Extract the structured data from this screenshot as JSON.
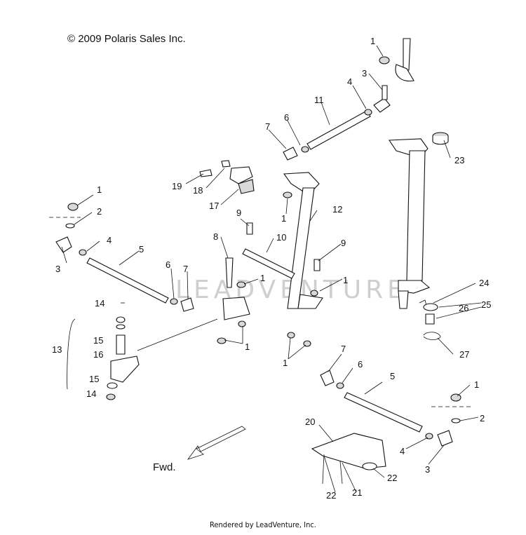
{
  "copyright": "© 2009 Polaris Sales Inc.",
  "footer": "Rendered by LeadVenture, Inc.",
  "direction_label": "Fwd.",
  "watermark": "LEADVENTURE",
  "callouts": [
    {
      "id": "c1a",
      "text": "1"
    },
    {
      "id": "c3a",
      "text": "3"
    },
    {
      "id": "c4a",
      "text": "4"
    },
    {
      "id": "c11",
      "text": "11"
    },
    {
      "id": "c6a",
      "text": "6"
    },
    {
      "id": "c7a",
      "text": "7"
    },
    {
      "id": "c23",
      "text": "23"
    },
    {
      "id": "c19",
      "text": "19"
    },
    {
      "id": "c18",
      "text": "18"
    },
    {
      "id": "c17",
      "text": "17"
    },
    {
      "id": "c1b",
      "text": "1"
    },
    {
      "id": "c12",
      "text": "12"
    },
    {
      "id": "c1c",
      "text": "1"
    },
    {
      "id": "c2a",
      "text": "2"
    },
    {
      "id": "c9a",
      "text": "9"
    },
    {
      "id": "c8",
      "text": "8"
    },
    {
      "id": "c10",
      "text": "10"
    },
    {
      "id": "c9b",
      "text": "9"
    },
    {
      "id": "c4b",
      "text": "4"
    },
    {
      "id": "c3b",
      "text": "3"
    },
    {
      "id": "c5a",
      "text": "5"
    },
    {
      "id": "c6b",
      "text": "6"
    },
    {
      "id": "c7b",
      "text": "7"
    },
    {
      "id": "c1d",
      "text": "1"
    },
    {
      "id": "c1e",
      "text": "1"
    },
    {
      "id": "c24",
      "text": "24"
    },
    {
      "id": "c25",
      "text": "25"
    },
    {
      "id": "c26",
      "text": "26"
    },
    {
      "id": "c27",
      "text": "27"
    },
    {
      "id": "c14a",
      "text": "14"
    },
    {
      "id": "c15a",
      "text": "15"
    },
    {
      "id": "c13",
      "text": "13"
    },
    {
      "id": "c16",
      "text": "16"
    },
    {
      "id": "c1f",
      "text": "1"
    },
    {
      "id": "c1g",
      "text": "1"
    },
    {
      "id": "c7c",
      "text": "7"
    },
    {
      "id": "c6c",
      "text": "6"
    },
    {
      "id": "c5b",
      "text": "5"
    },
    {
      "id": "c15b",
      "text": "15"
    },
    {
      "id": "c14b",
      "text": "14"
    },
    {
      "id": "c1h",
      "text": "1"
    },
    {
      "id": "c2b",
      "text": "2"
    },
    {
      "id": "c20",
      "text": "20"
    },
    {
      "id": "c4c",
      "text": "4"
    },
    {
      "id": "c3c",
      "text": "3"
    },
    {
      "id": "c22a",
      "text": "22"
    },
    {
      "id": "c21",
      "text": "21"
    },
    {
      "id": "c22b",
      "text": "22"
    }
  ]
}
